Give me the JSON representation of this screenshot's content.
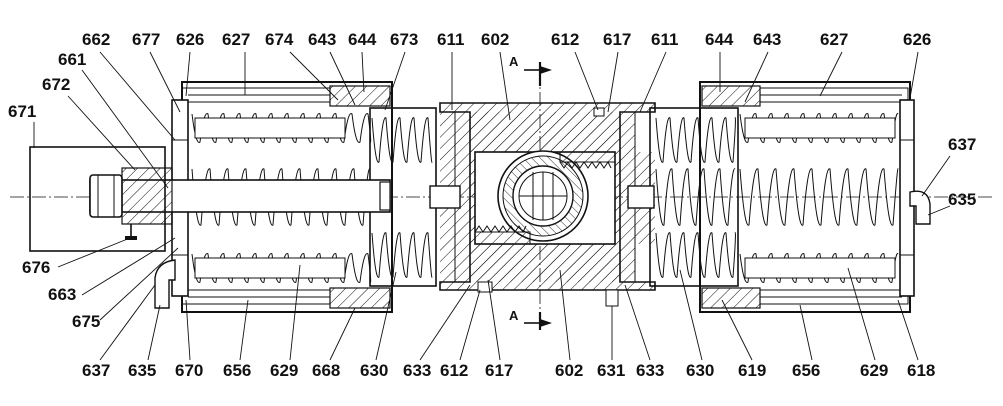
{
  "section_marker": {
    "top": "A",
    "bottom": "A"
  },
  "labels_top": [
    "662",
    "677",
    "626",
    "627",
    "674",
    "643",
    "644",
    "673",
    "611",
    "602",
    "612",
    "617",
    "611",
    "644",
    "643",
    "627",
    "626"
  ],
  "labels_left": [
    "661",
    "672",
    "671"
  ],
  "labels_right": [
    "637",
    "635"
  ],
  "labels_left_lower": [
    "676",
    "663",
    "675"
  ],
  "labels_bottom": [
    "637",
    "635",
    "670",
    "656",
    "629",
    "668",
    "630",
    "633",
    "612",
    "617",
    "602",
    "631",
    "633",
    "630",
    "619",
    "656",
    "629",
    "618"
  ]
}
